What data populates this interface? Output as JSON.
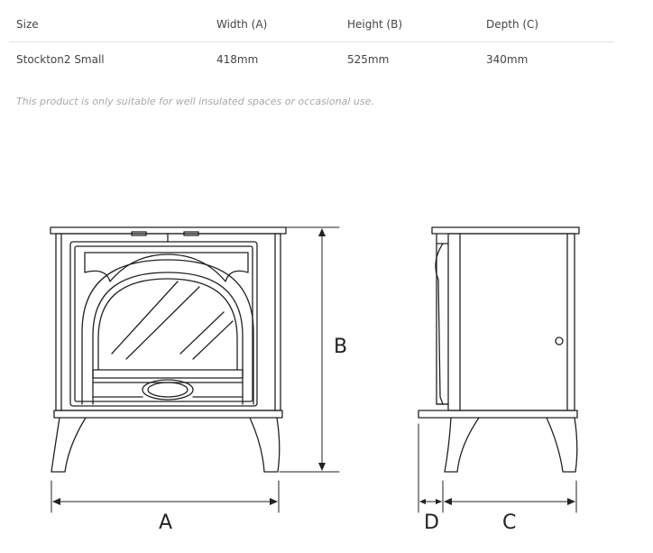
{
  "table": {
    "headers": [
      "Size",
      "Width (A)",
      "Height (B)",
      "Depth (C)"
    ],
    "rows": [
      [
        "Stockton2 Small",
        "418mm",
        "525mm",
        "340mm"
      ]
    ]
  },
  "note": "This product is only suitable for well insulated spaces or occasional use.",
  "diagram": {
    "labels": {
      "a": "A",
      "b": "B",
      "c": "C",
      "d": "D"
    }
  }
}
